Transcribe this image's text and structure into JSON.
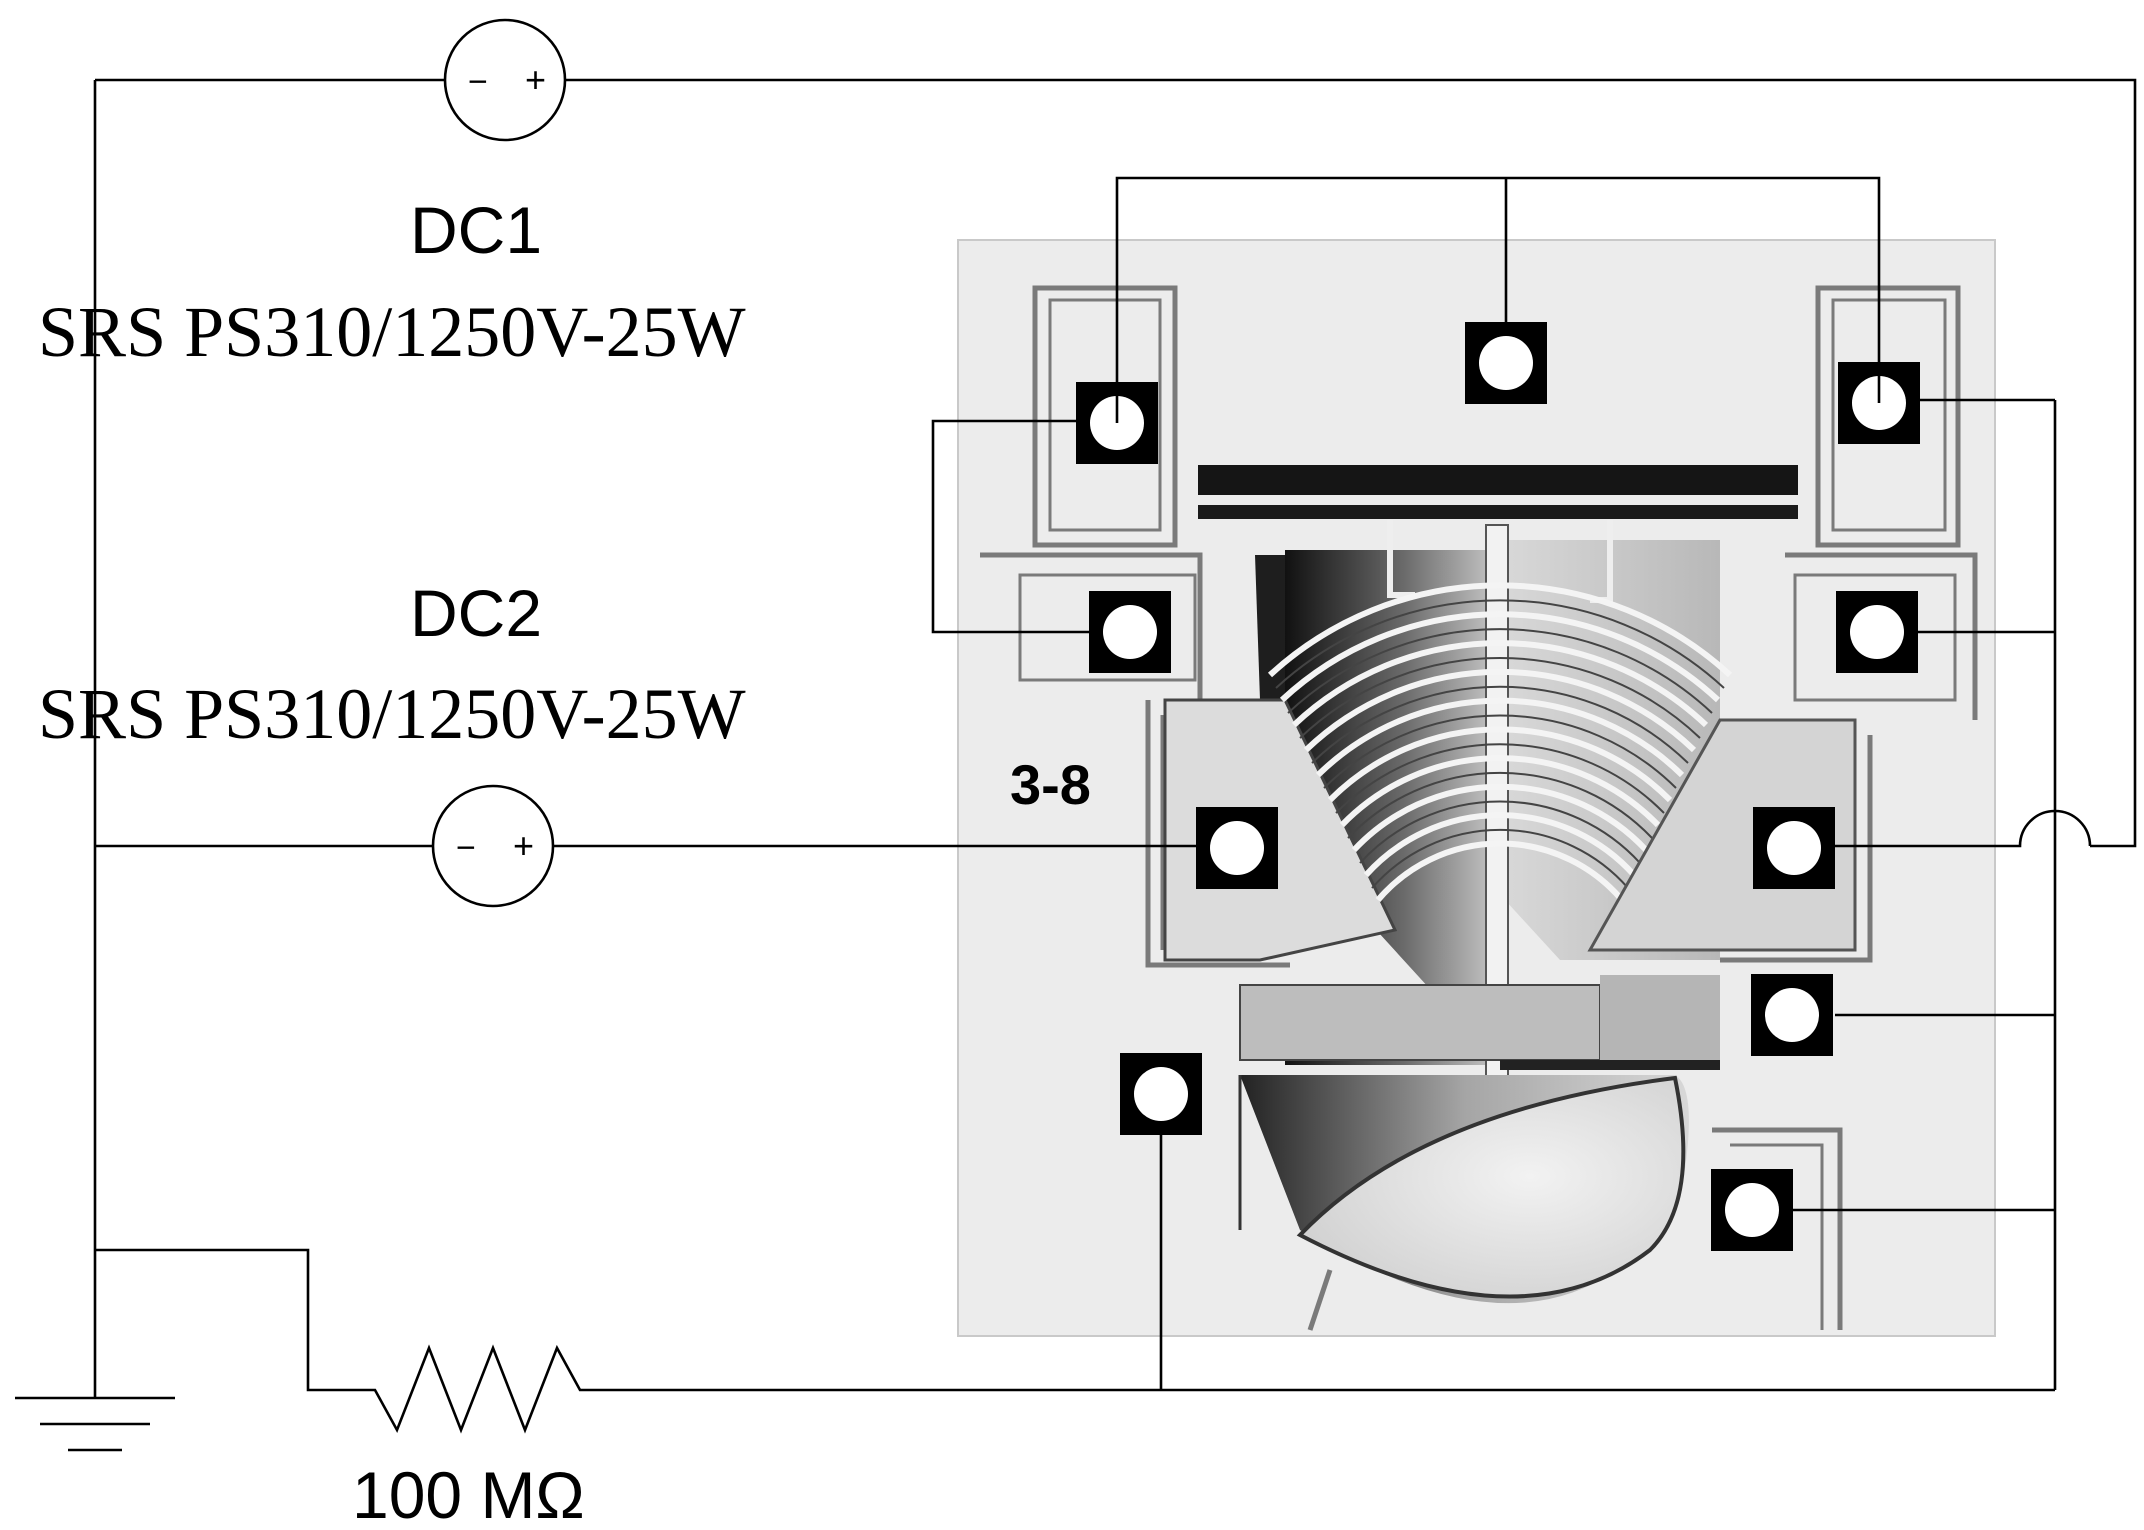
{
  "supplies": [
    {
      "name": "DC1",
      "model": "SRS PS310/1250V-25W",
      "minus": "−",
      "plus": "+"
    },
    {
      "name": "DC2",
      "model": "SRS PS310/1250V-25W",
      "minus": "−",
      "plus": "+"
    }
  ],
  "resistor": {
    "value": "100 MΩ"
  },
  "chip": {
    "label": "3-8"
  }
}
